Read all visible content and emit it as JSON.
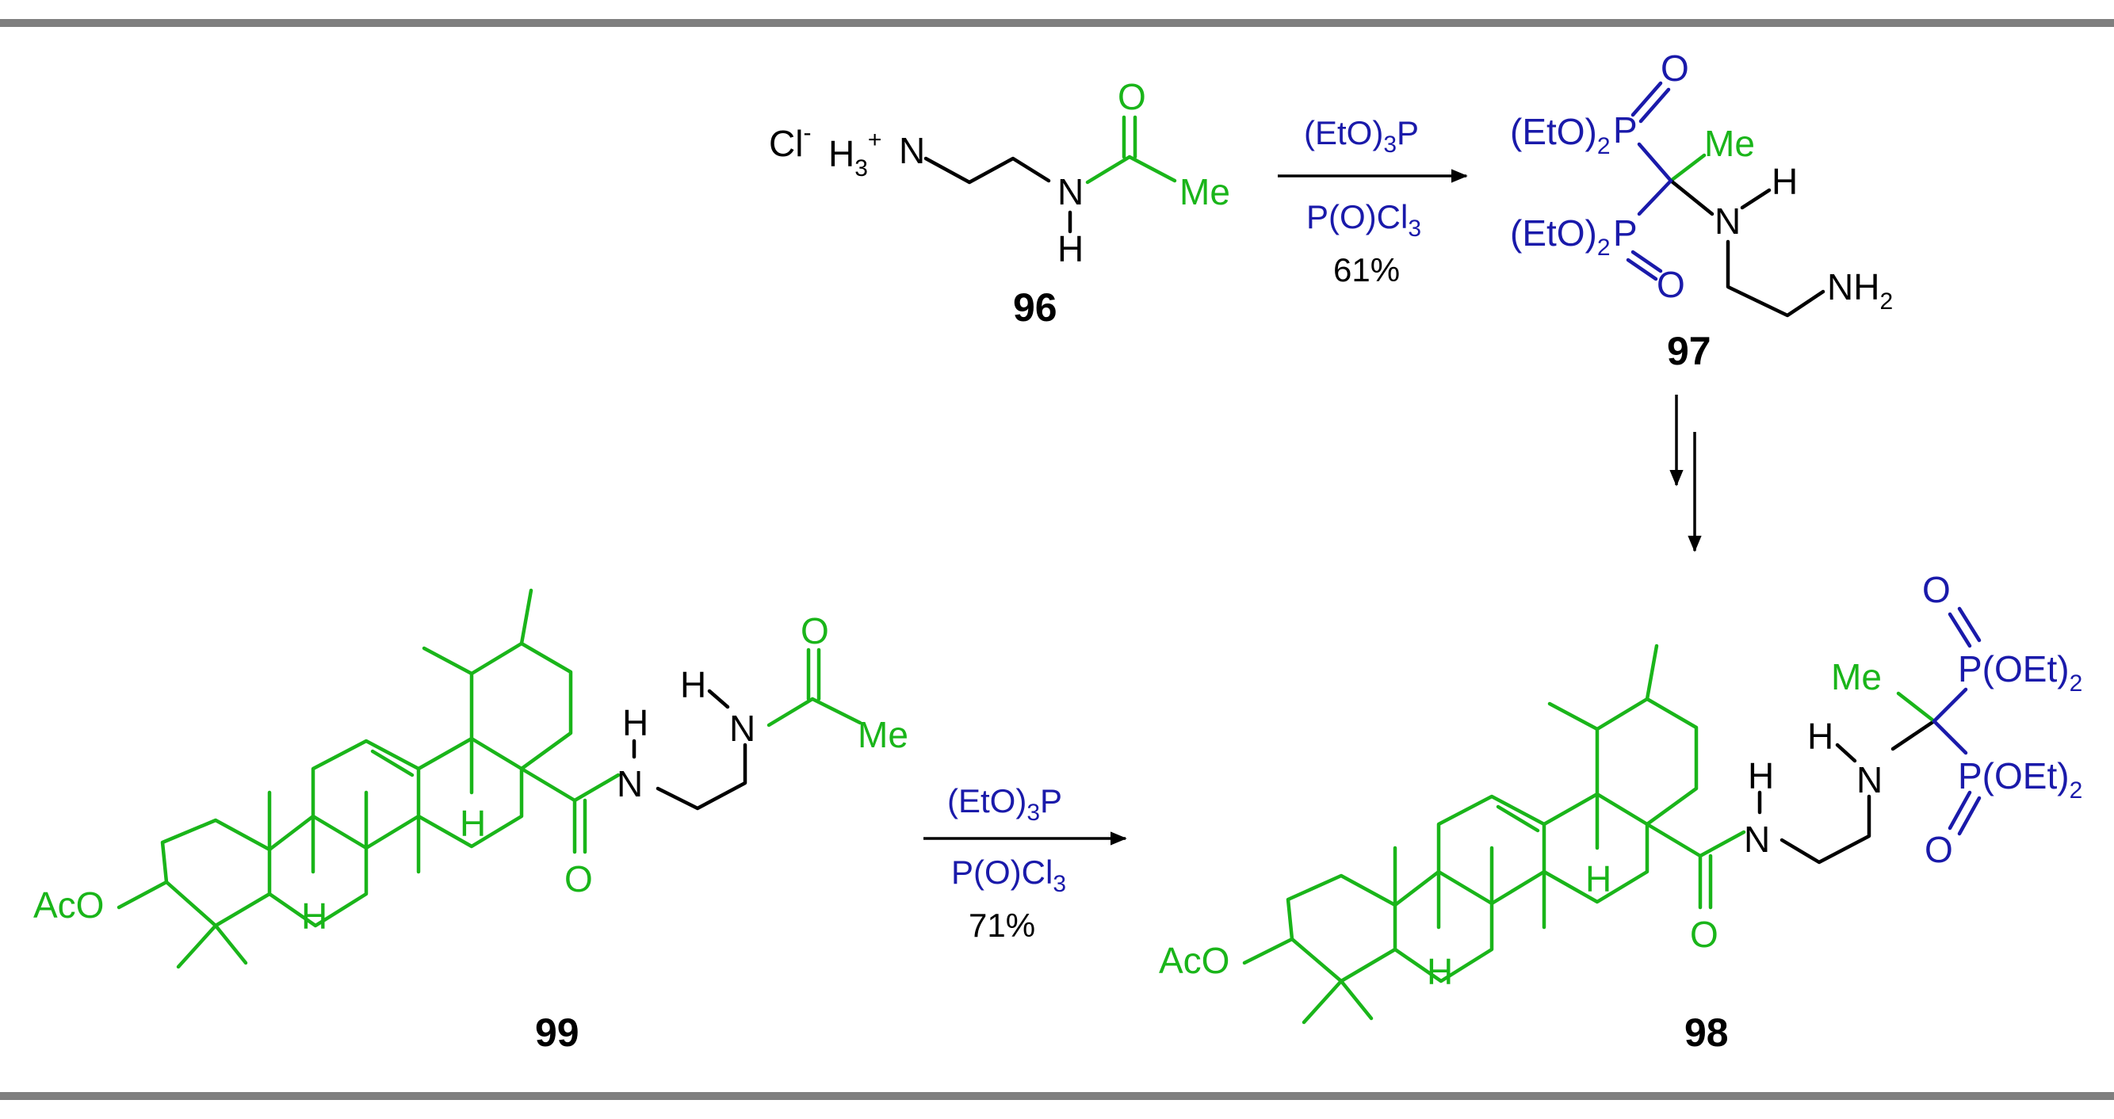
{
  "compounds": {
    "c96": {
      "label": "96",
      "counter_ion": "Cl",
      "counter_sup": "-",
      "ammonium": "H",
      "ammonium_sub": "3",
      "ammonium_sup": "+",
      "amine_n": "N",
      "amide_n": "N",
      "amide_h": "H",
      "carbonyl_o": "O",
      "methyl": "Me"
    },
    "c97": {
      "label": "97",
      "phosphonate_group": "(EtO)",
      "phosphonate_sub": "2",
      "phosphorus": "P",
      "phosphoryl_o": "O",
      "methyl": "Me",
      "amine_n": "N",
      "amine_h": "H",
      "terminal_amine": "NH",
      "terminal_sub": "2"
    },
    "c99": {
      "label": "99",
      "acetoxy": "AcO",
      "ring_h": "H",
      "amide_n": "N",
      "amide_h": "H",
      "amide_o": "O",
      "second_n": "N",
      "second_h": "H",
      "carbonyl_o": "O",
      "methyl": "Me"
    },
    "c98": {
      "label": "98",
      "acetoxy": "AcO",
      "ring_h": "H",
      "amide_n": "N",
      "amide_h": "H",
      "amide_o": "O",
      "second_n": "N",
      "second_h": "H",
      "methyl": "Me",
      "phosphoryl_o": "O",
      "phosphonate_prefix": "P(OEt)",
      "phosphonate_sub": "2"
    }
  },
  "reactions": {
    "r1": {
      "reagent_top_prefix": "(EtO)",
      "reagent_top_sub": "3",
      "reagent_top_suffix": "P",
      "reagent_bottom_prefix": "P(O)Cl",
      "reagent_bottom_sub": "3",
      "yield": "61%"
    },
    "r2": {
      "reagent_top_prefix": "(EtO)",
      "reagent_top_sub": "3",
      "reagent_top_suffix": "P",
      "reagent_bottom_prefix": "P(O)Cl",
      "reagent_bottom_sub": "3",
      "yield": "71%"
    }
  },
  "colors": {
    "black": "#000000",
    "green": "#1ab51a",
    "blue": "#1a1aaa",
    "rule": "#7f7f7f"
  }
}
